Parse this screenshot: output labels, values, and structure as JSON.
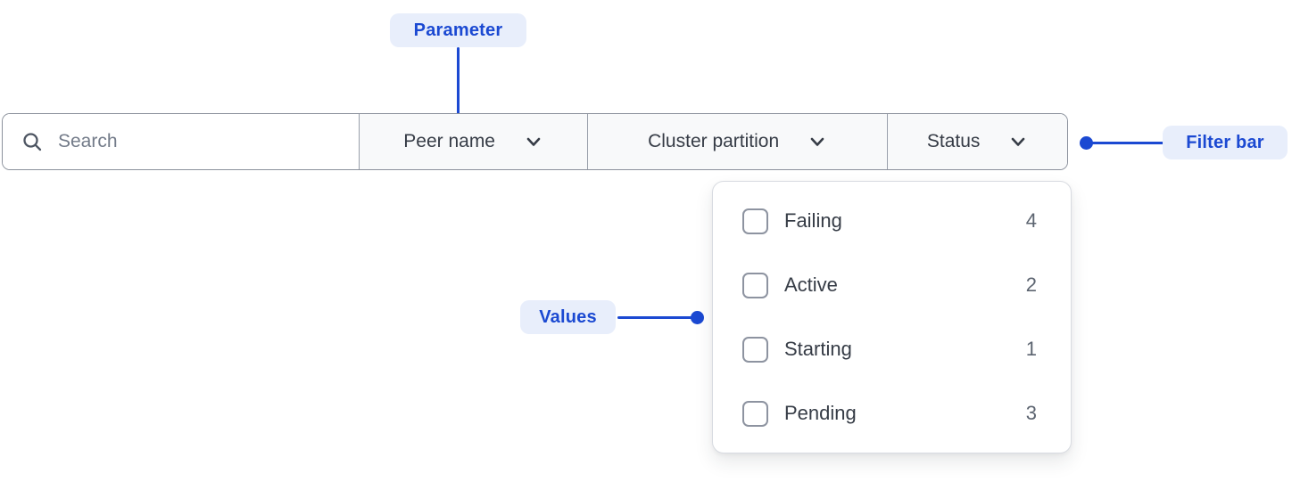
{
  "colors": {
    "accent": "#1b49d2",
    "accent_soft_bg": "#e8eefb",
    "page_bg": "#ffffff",
    "panel_bg": "#ffffff",
    "section_bg": "#f8f9fa",
    "bar_border": "#8b919c",
    "divider": "#9aa0ab",
    "panel_border": "#d8dbe1",
    "checkbox_border": "#8d93a0",
    "text_dark": "#363c46",
    "text_muted": "#737b89",
    "count_text": "#5c6470"
  },
  "annotations": {
    "parameter": {
      "label": "Parameter"
    },
    "filter_bar": {
      "label": "Filter bar"
    },
    "values": {
      "label": "Values"
    }
  },
  "filter_bar": {
    "search": {
      "placeholder": "Search",
      "icon": "search-icon"
    },
    "dropdowns": [
      {
        "label": "Peer name",
        "icon": "chevron-down-icon"
      },
      {
        "label": "Cluster partition",
        "icon": "chevron-down-icon"
      },
      {
        "label": "Status",
        "icon": "chevron-down-icon",
        "expanded": true
      }
    ]
  },
  "status_dropdown": {
    "items": [
      {
        "label": "Failing",
        "count": "4",
        "checked": false
      },
      {
        "label": "Active",
        "count": "2",
        "checked": false
      },
      {
        "label": "Starting",
        "count": "1",
        "checked": false
      },
      {
        "label": "Pending",
        "count": "3",
        "checked": false
      }
    ]
  }
}
